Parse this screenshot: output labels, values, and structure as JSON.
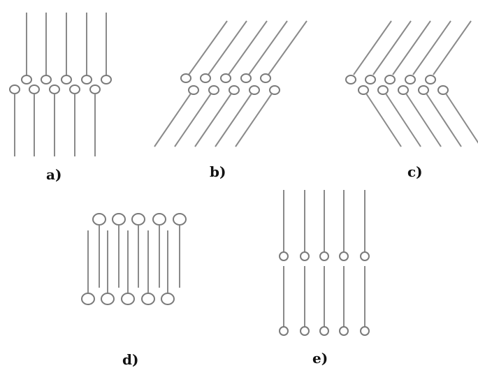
{
  "panels": [
    {
      "id": "a",
      "label": "a)"
    },
    {
      "id": "b",
      "label": "b)"
    },
    {
      "id": "c",
      "label": "c)"
    },
    {
      "id": "d",
      "label": "d)"
    },
    {
      "id": "e",
      "label": "e)"
    }
  ],
  "colors": {
    "line": "#8a8a8a",
    "head_stroke": "#7a7a7a",
    "head_fill": "#ffffff",
    "label": "#111111"
  }
}
